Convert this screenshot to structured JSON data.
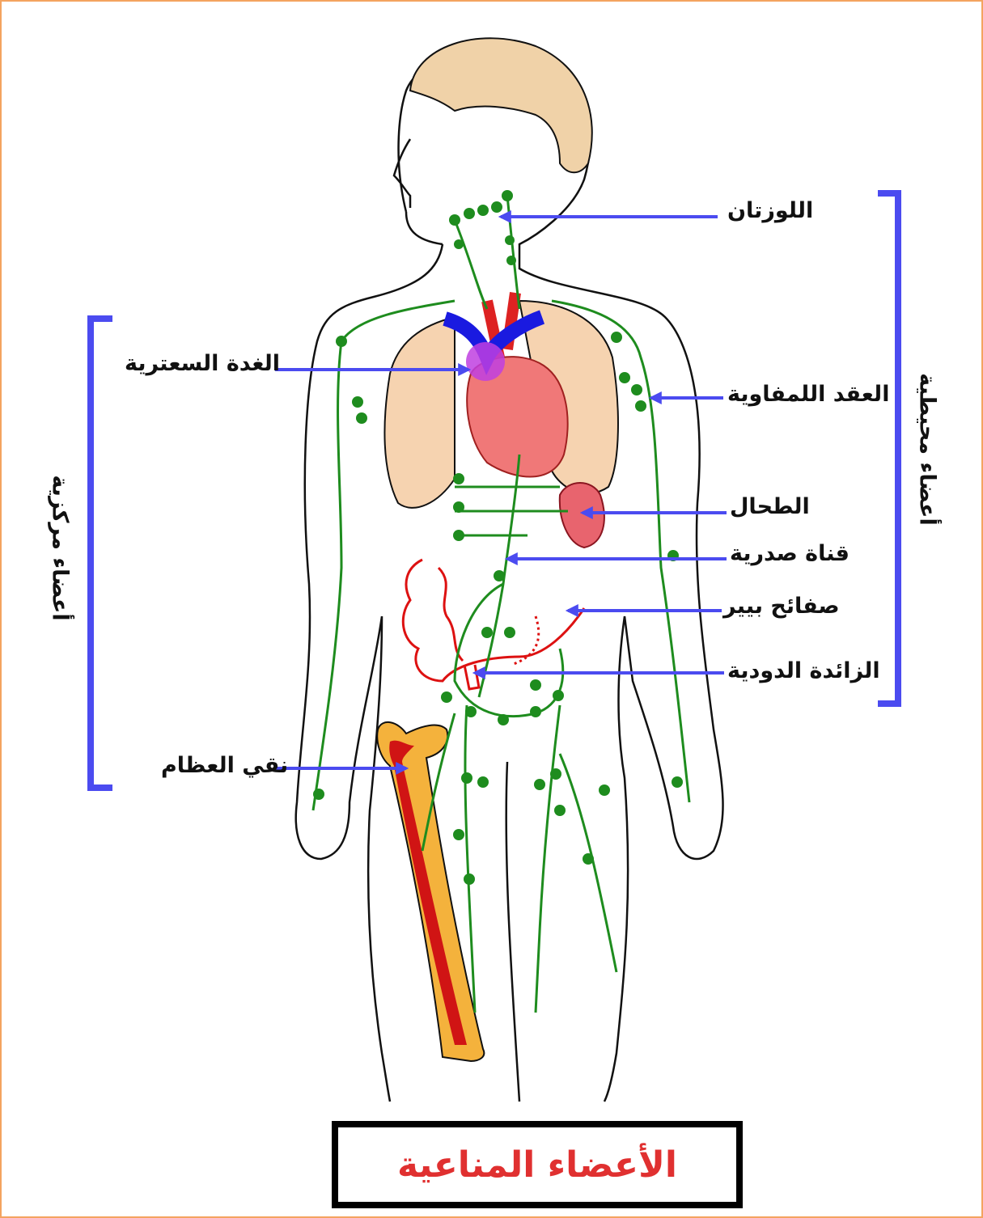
{
  "title": "الأعضاء المناعية",
  "groups": {
    "central": "أعضاء مركزية",
    "peripheral": "أعضاء محيطية"
  },
  "labels": {
    "tonsils": "اللوزتان",
    "lymph_nodes": "العقد اللمفاوية",
    "spleen": "الطحال",
    "thoracic_duct": "قناة صدرية",
    "peyer_patches": "صفائح بيير",
    "appendix": "الزائدة الدودية",
    "thymus": "الغدة السعترية",
    "bone_marrow": "نقي العظام"
  },
  "colors": {
    "arrow": "#4b4bf0",
    "lymph": "#1e8c1e",
    "title": "#e03030",
    "frame": "#f4a460"
  }
}
